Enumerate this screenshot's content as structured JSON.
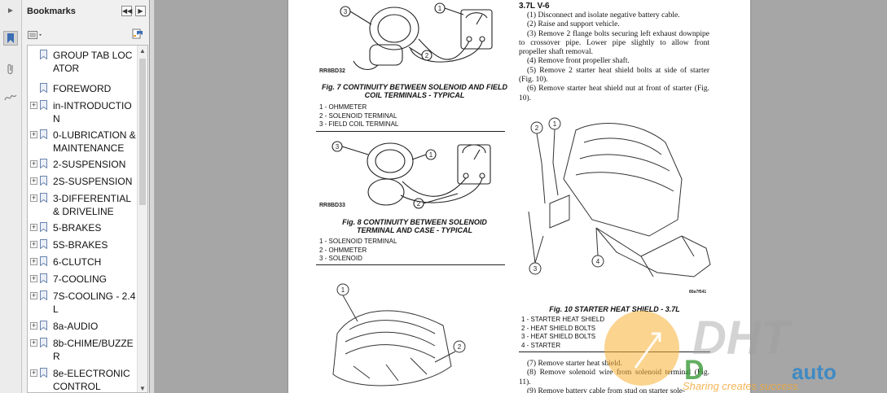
{
  "panel": {
    "title": "Bookmarks",
    "items": [
      {
        "label": "GROUP TAB LOCATOR",
        "expandable": false
      },
      {
        "label": "FOREWORD",
        "expandable": false
      },
      {
        "label": "in-INTRODUCTION",
        "expandable": true
      },
      {
        "label": "0-LUBRICATION & MAINTENANCE",
        "expandable": true
      },
      {
        "label": "2-SUSPENSION",
        "expandable": true
      },
      {
        "label": "2S-SUSPENSION",
        "expandable": true
      },
      {
        "label": "3-DIFFERENTIAL & DRIVELINE",
        "expandable": true
      },
      {
        "label": "5-BRAKES",
        "expandable": true
      },
      {
        "label": "5S-BRAKES",
        "expandable": true
      },
      {
        "label": "6-CLUTCH",
        "expandable": true
      },
      {
        "label": "7-COOLING",
        "expandable": true
      },
      {
        "label": "7S-COOLING - 2.4L",
        "expandable": true
      },
      {
        "label": "8a-AUDIO",
        "expandable": true
      },
      {
        "label": "8b-CHIME/BUZZER",
        "expandable": true
      },
      {
        "label": "8e-ELECTRONIC CONTROL",
        "expandable": true
      }
    ]
  },
  "page": {
    "fig7": {
      "code": "RR8BD32",
      "caption": "Fig. 7 CONTINUITY BETWEEN SOLENOID AND FIELD COIL TERMINALS - TYPICAL",
      "legend": [
        "1 - OHMMETER",
        "2 - SOLENOID TERMINAL",
        "3 - FIELD COIL TERMINAL"
      ]
    },
    "fig8": {
      "code": "RR8BD33",
      "caption": "Fig. 8 CONTINUITY BETWEEN SOLENOID TERMINAL AND CASE - TYPICAL",
      "legend": [
        "1 - SOLENOID TERMINAL",
        "2 - OHMMETER",
        "3 - SOLENOID"
      ]
    },
    "section_heading": "3.7L V-6",
    "steps_top": [
      "(1) Disconnect and isolate negative battery cable.",
      "(2) Raise and support vehicle.",
      "(3) Remove 2 flange bolts securing left exhaust downpipe to crossover pipe. Lower pipe slightly to allow front propeller shaft removal.",
      "(4) Remove front propeller shaft.",
      "(5) Remove 2 starter heat shield bolts at side of starter (Fig. 10).",
      "(6) Remove starter heat shield nut at front of starter (Fig. 10)."
    ],
    "fig10": {
      "code": "80a7f541",
      "caption": "Fig. 10 STARTER HEAT SHIELD - 3.7L",
      "legend": [
        "1 - STARTER HEAT SHIELD",
        "2 - HEAT SHIELD BOLTS",
        "3 - HEAT SHIELD BOLTS",
        "4 - STARTER"
      ]
    },
    "steps_bottom": [
      "(7) Remove starter heat shield.",
      "(8) Remove solenoid wire from solenoid terminal (Fig. 11).",
      "(9) Remove battery cable from stud on starter sole-"
    ]
  },
  "watermark": {
    "logo": "DHT",
    "brand": "auto",
    "slogan": "Sharing creates success"
  }
}
